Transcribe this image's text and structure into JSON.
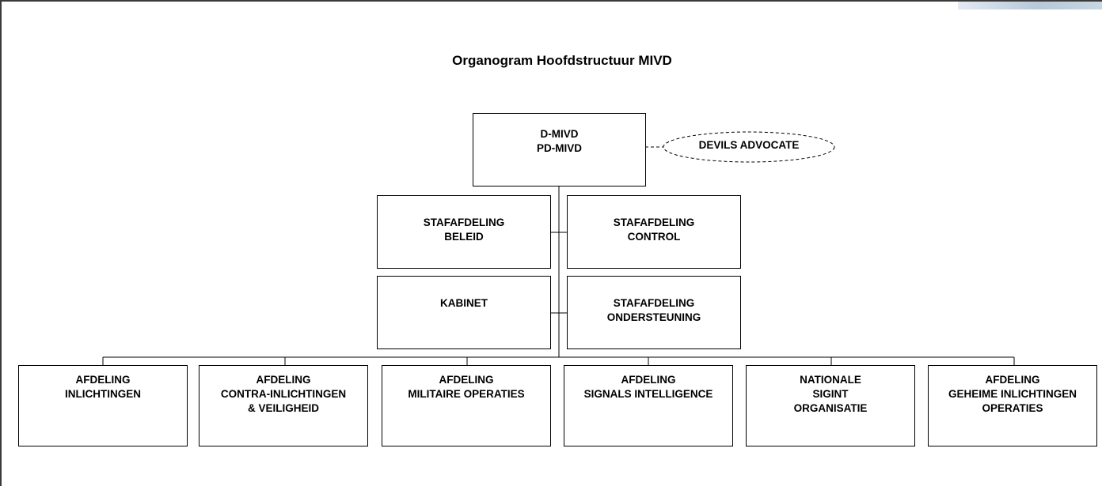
{
  "title": [
    "Organogram",
    "Hoofdstructuur MIVD"
  ],
  "director": [
    "D-MIVD",
    "PD-MIVD"
  ],
  "advocate": "DEVILS ADVOCATE",
  "staff": {
    "beleid": [
      "STAFAFDELING",
      "BELEID"
    ],
    "control": [
      "STAFAFDELING",
      "CONTROL"
    ],
    "kabinet": [
      "KABINET"
    ],
    "ondersteuning": [
      "STAFAFDELING",
      "ONDERSTEUNING"
    ]
  },
  "departments": [
    [
      "AFDELING",
      "INLICHTINGEN"
    ],
    [
      "AFDELING",
      "CONTRA-INLICHTINGEN",
      "& VEILIGHEID"
    ],
    [
      "AFDELING",
      "MILITAIRE OPERATIES"
    ],
    [
      "AFDELING",
      "SIGNALS INTELLIGENCE"
    ],
    [
      "NATIONALE",
      "SIGINT",
      "ORGANISATIE"
    ],
    [
      "AFDELING",
      "GEHEIME INLICHTINGEN",
      "OPERATIES"
    ]
  ]
}
